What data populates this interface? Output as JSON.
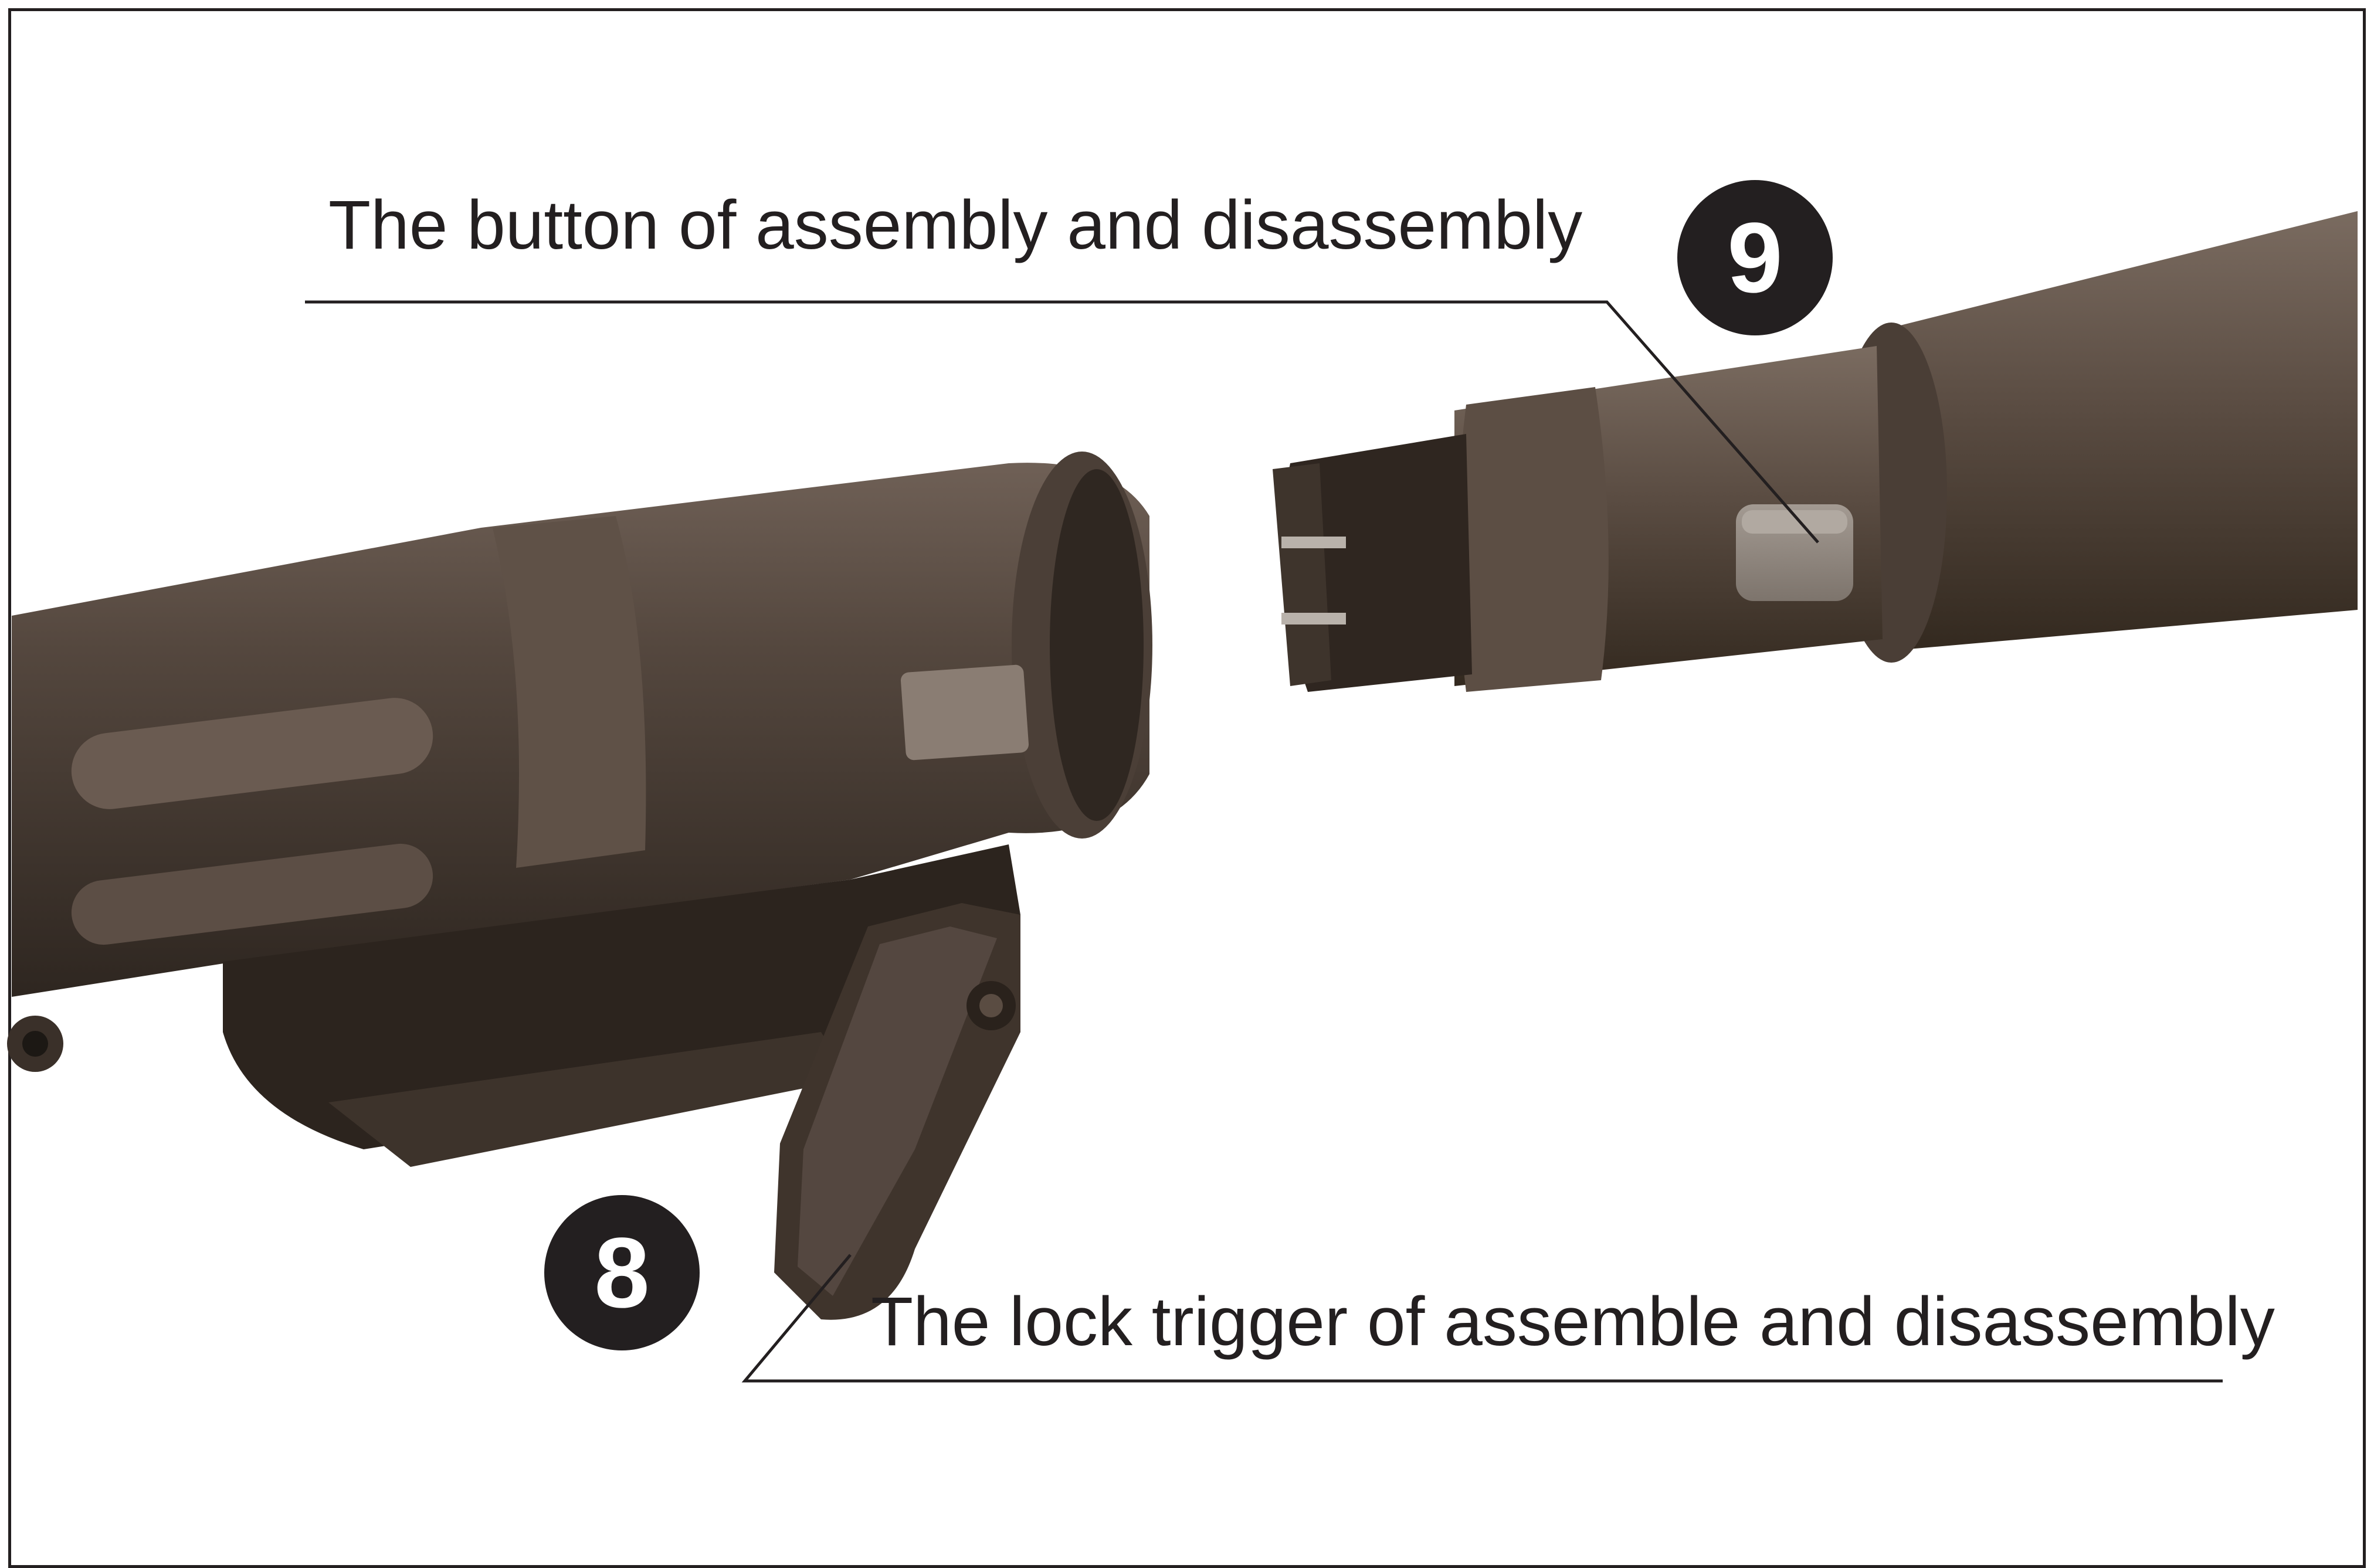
{
  "callouts": {
    "button": {
      "number": "9",
      "text": "The button of assembly and disassembly"
    },
    "trigger": {
      "number": "8",
      "text": "The lock trigger of assemble and disassembly"
    }
  },
  "colors": {
    "ink": "#231f20",
    "plastic_dark": "#3c322b",
    "plastic_mid": "#5a4c42",
    "plastic_light": "#7a6a5e",
    "button_grey": "#8e857d"
  }
}
